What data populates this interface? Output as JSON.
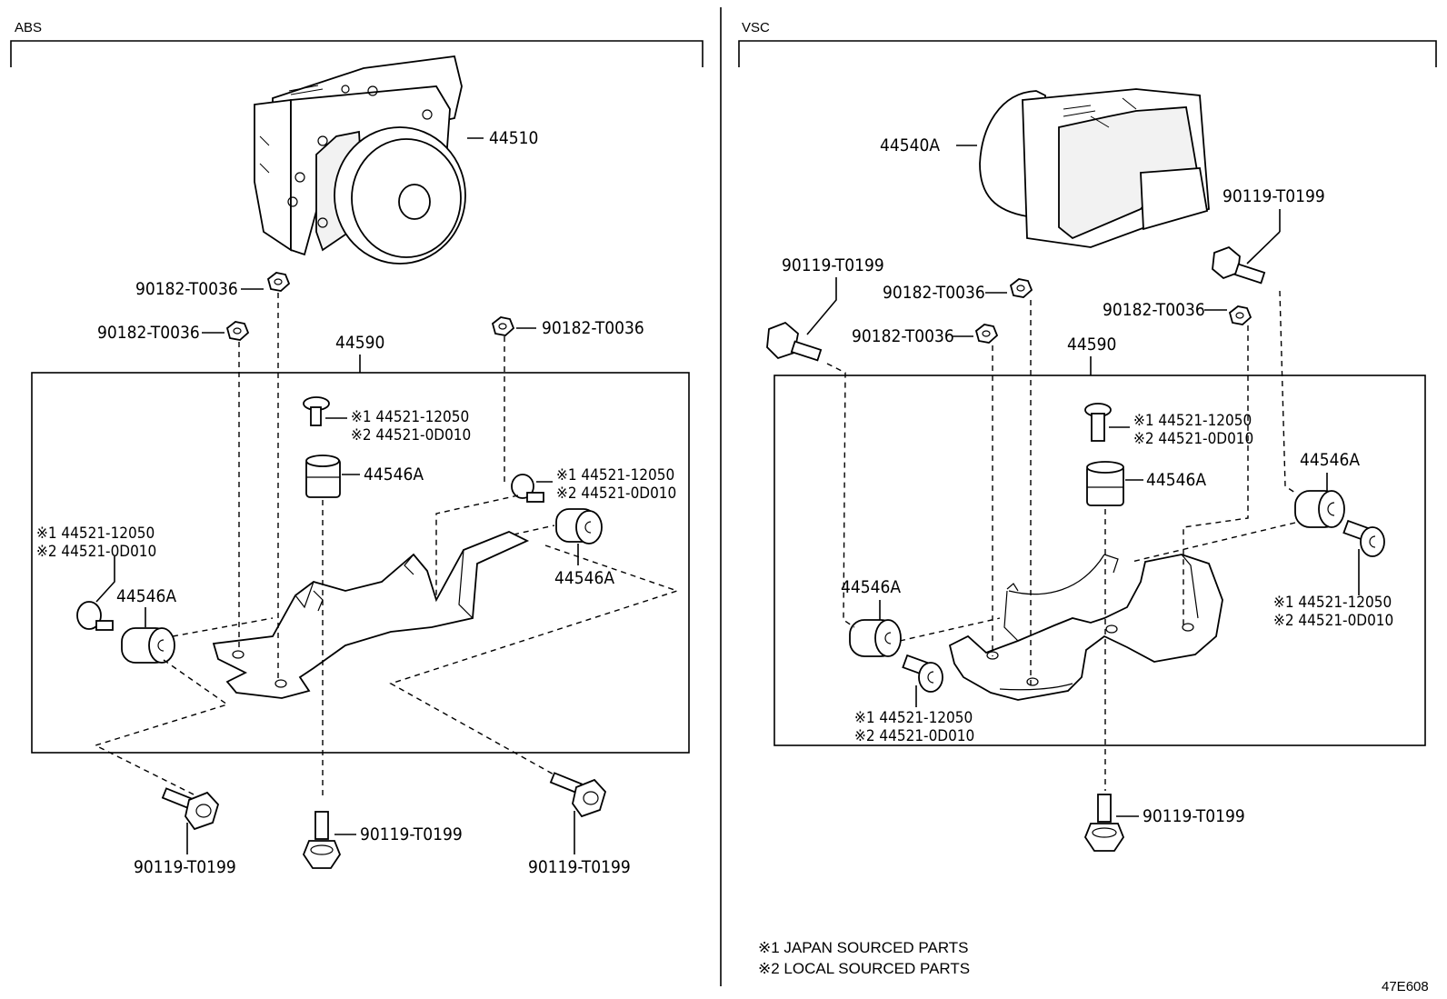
{
  "sections": {
    "abs": {
      "header": "ABS",
      "actuator": "44510",
      "bracket": "44590",
      "nut_top": "90182-T0036",
      "nut_left": "90182-T0036",
      "nut_right": "90182-T0036",
      "pin_center": [
        "※1 44521-12050",
        "※2 44521-0D010"
      ],
      "pin_right": [
        "※1 44521-12050",
        "※2 44521-0D010"
      ],
      "pin_left": [
        "※1 44521-12050",
        "※2 44521-0D010"
      ],
      "cushion_center": "44546A",
      "cushion_right": "44546A",
      "cushion_left": "44546A",
      "bolt_left": "90119-T0199",
      "bolt_center": "90119-T0199",
      "bolt_right": "90119-T0199"
    },
    "vsc": {
      "header": "VSC",
      "actuator": "44540A",
      "bracket": "44590",
      "bolt_top_right": "90119-T0199",
      "bolt_top_left": "90119-T0199",
      "nut_top": "90182-T0036",
      "nut_left": "90182-T0036",
      "nut_right": "90182-T0036",
      "pin_center": [
        "※1 44521-12050",
        "※2 44521-0D010"
      ],
      "cushion_center": "44546A",
      "cushion_right": "44546A",
      "pin_right": [
        "※1 44521-12050",
        "※2 44521-0D010"
      ],
      "cushion_left": "44546A",
      "pin_left": [
        "※1 44521-12050",
        "※2 44521-0D010"
      ],
      "bolt_bottom": "90119-T0199"
    }
  },
  "notes": [
    "※1 JAPAN SOURCED PARTS",
    "※2 LOCAL SOURCED PARTS"
  ],
  "figure_id": "47E608"
}
